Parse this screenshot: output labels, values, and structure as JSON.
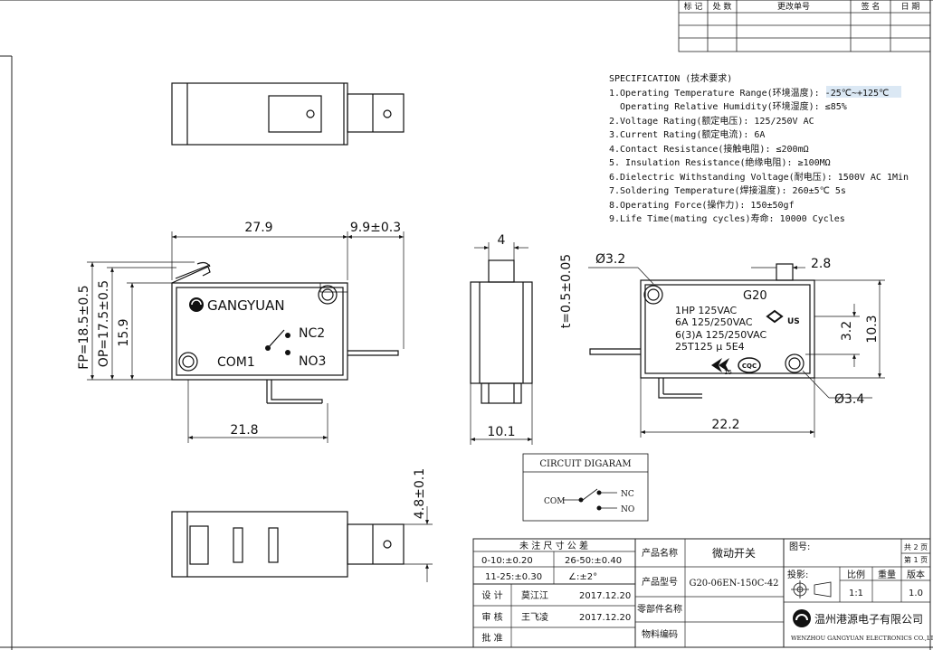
{
  "revision_table": {
    "headers": [
      "标 记",
      "处 数",
      "更改单号",
      "签 名",
      "日 期"
    ]
  },
  "spec": {
    "title": "SPECIFICATION (技术要求)",
    "lines": [
      "1.Operating Temperature Range(环境温度): -25℃~+125℃",
      "  Operating Relative Humidity(环境湿度): ≤85%",
      "2.Voltage Rating(额定电压): 125/250V AC",
      "3.Current Rating(额定电流): 6A",
      "4.Contact Resistance(接触电阻): ≤200mΩ",
      "5. Insulation Resistance(绝缘电阻): ≥100MΩ",
      "6.Dielectric Withstanding Voltage(耐电压): 1500V AC 1Min",
      "7.Soldering Temperature(焊接温度): 260±5℃ 5s",
      "8.Operating Force(操作力): 150±50gf",
      "9.Life Time(mating cycles)寿命: 10000 Cycles"
    ]
  },
  "dims": {
    "d279": "27.9",
    "d99": "9.9±0.3",
    "fp": "FP=18.5±0.5",
    "op": "OP=17.5±0.5",
    "d159": "15.9",
    "d218": "21.8",
    "d4": "4",
    "d101": "10.1",
    "t05": "t=0.5±0.05",
    "phi32": "Ø3.2",
    "d28": "2.8",
    "d32": "3.2",
    "d103": "10.3",
    "d222": "22.2",
    "phi34": "Ø3.4",
    "d48": "4.8±0.1"
  },
  "front": {
    "brand": "GANGYUAN",
    "nc": "NC2",
    "com": "COM1",
    "no": "NO3"
  },
  "back": {
    "model": "G20",
    "lines": [
      "1HP 125VAC",
      "6A 125/250VAC",
      "6(3)A 125/250VAC",
      "25T125 μ 5E4"
    ],
    "ul": "US",
    "cqc": "CQC",
    "enec": "15"
  },
  "circuit": {
    "title": "CIRCUIT DIGARAM",
    "com": "COM",
    "nc": "NC",
    "no": "NO"
  },
  "title_block": {
    "tol_title": "未 注 尺 寸 公 差",
    "tol1": "0-10:±0.20",
    "tol2": "26-50:±0.40",
    "tol3": "11-25:±0.30",
    "tol4": "∠:±2°",
    "design_label": "设 计",
    "design_name": "莫江江",
    "design_date": "2017.12.20",
    "review_label": "审 核",
    "review_name": "王飞凌",
    "review_date": "2017.12.20",
    "approve_label": "批 准",
    "product_name_label": "产品名称",
    "product_name": "微动开关",
    "product_model_label": "产品型号",
    "product_model": "G20-06EN-150C-42",
    "part_name_label": "零部件名称",
    "material_label": "物料编码",
    "drawing_no_label": "图号:",
    "sheets_total": "共 2 页",
    "sheet_current": "第 1 页",
    "projection_label": "投影:",
    "scale_label": "比例",
    "scale_value": "1:1",
    "weight_label": "重量",
    "version_label": "版本",
    "version_value": "1.0",
    "company_cn": "温州港源电子有限公司",
    "company_en": "WENZHOU GANGYUAN ELECTRONICS CO.,LTD."
  }
}
